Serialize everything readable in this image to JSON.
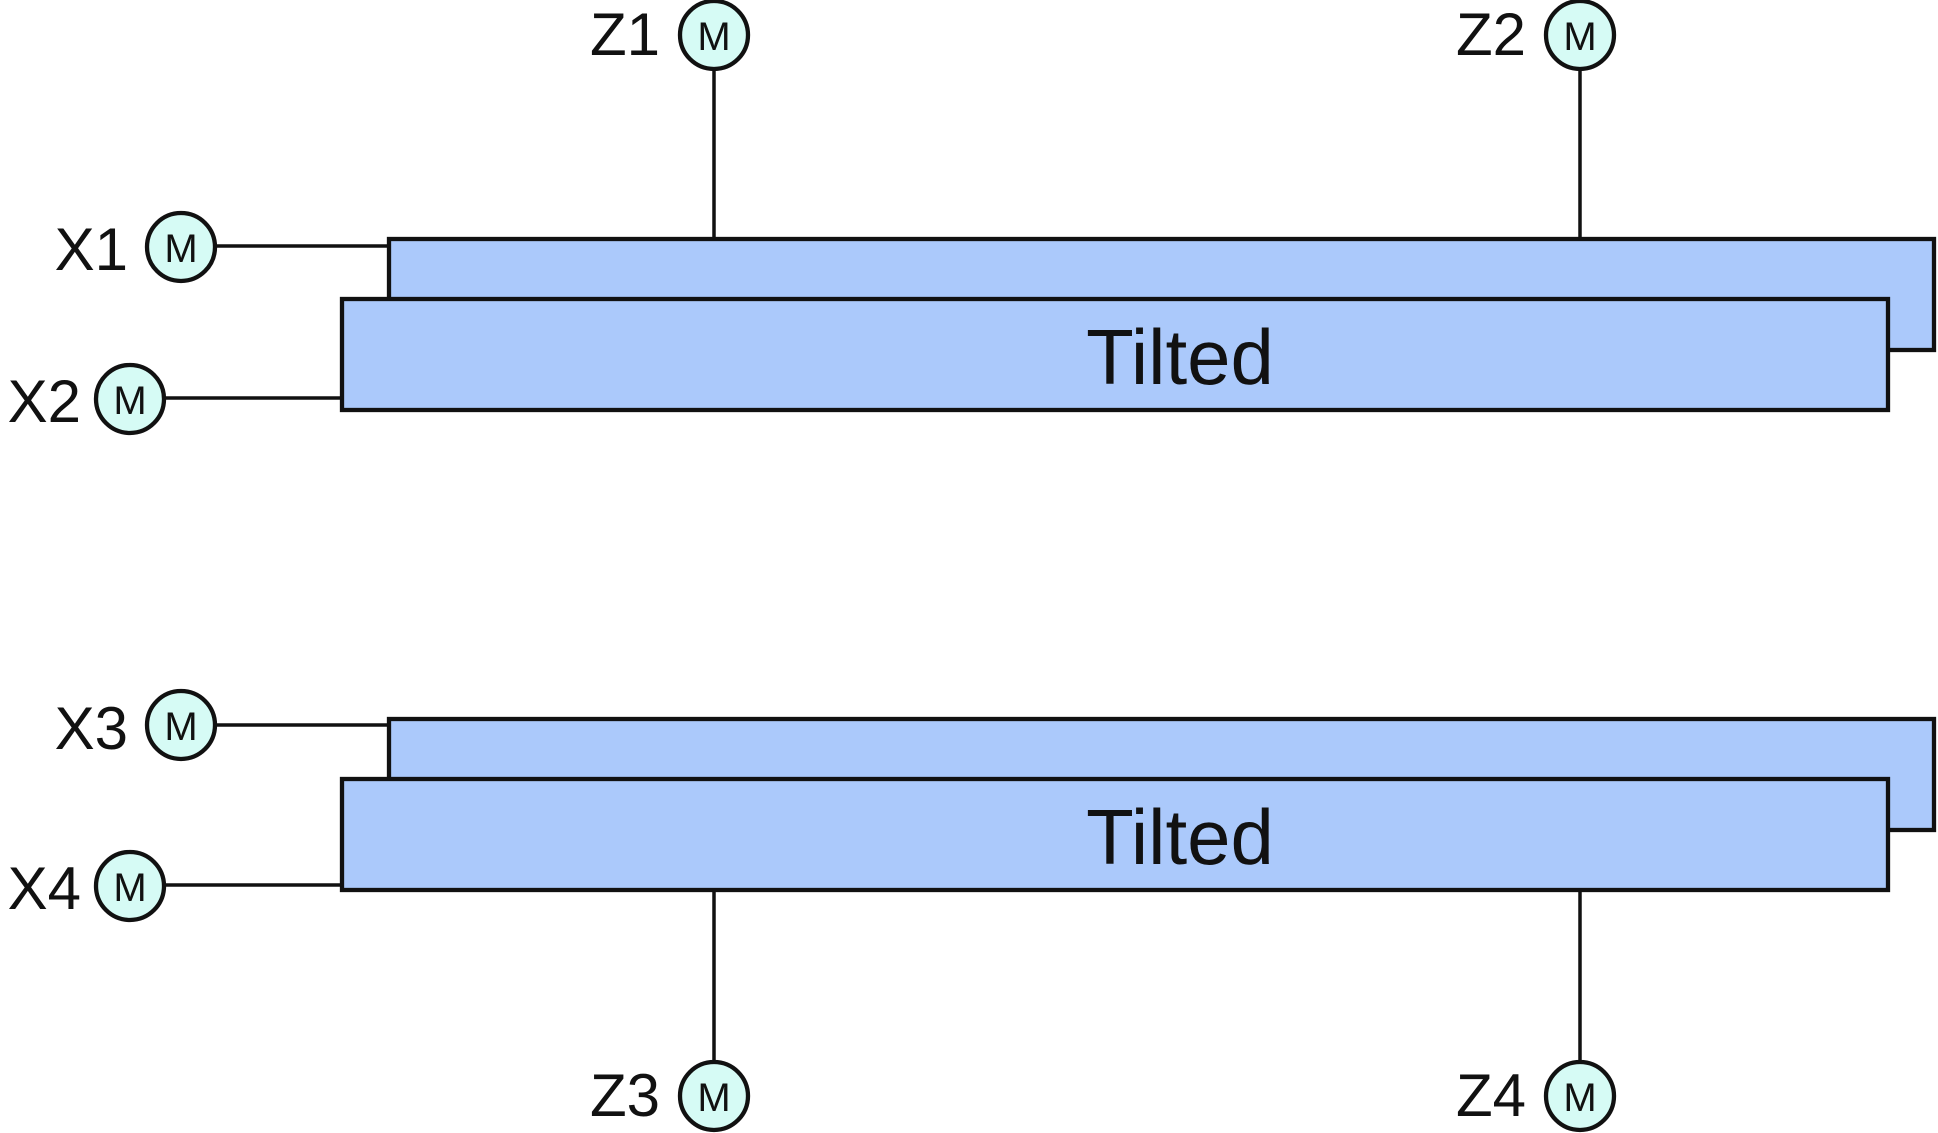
{
  "colors": {
    "plate_fill": "#abc9fb",
    "motor_fill": "#d6fbf5",
    "stroke": "#111111",
    "background": "#ffffff"
  },
  "motor_symbol": "M",
  "assemblies": [
    {
      "plate_label": "Tilted",
      "x_motors": [
        "X1",
        "X2"
      ],
      "z_motors": [
        "Z1",
        "Z2"
      ]
    },
    {
      "plate_label": "Tilted",
      "x_motors": [
        "X3",
        "X4"
      ],
      "z_motors": [
        "Z3",
        "Z4"
      ]
    }
  ]
}
